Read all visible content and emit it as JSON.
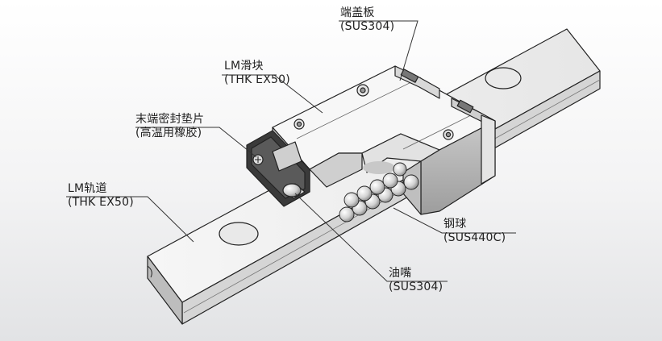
{
  "labels": {
    "end_cap": {
      "name": "端盖板",
      "material": "(SUS304)"
    },
    "slider": {
      "name": "LM滑块",
      "material": "(THK EX50)"
    },
    "end_seal": {
      "name": "末端密封垫片",
      "material": "(高温用橡胶)"
    },
    "rail": {
      "name": "LM轨道",
      "material": "(THK EX50)"
    },
    "ball": {
      "name": "钢球",
      "material": "(SUS440C)"
    },
    "nipple": {
      "name": "油嘴",
      "material": "(SUS304)"
    }
  },
  "colors": {
    "background_top": "#ffffff",
    "background_bottom": "#e2e3e5",
    "metal_light": "#f5f5f5",
    "metal_mid": "#d9d9d9",
    "metal_dark": "#a8a8a8",
    "outline": "#222222"
  }
}
